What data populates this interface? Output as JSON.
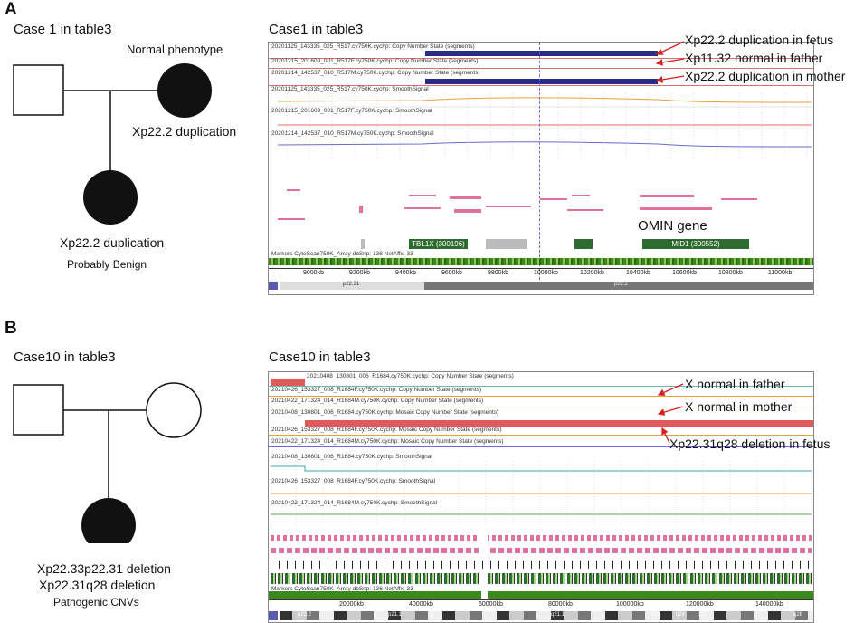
{
  "panel_a": {
    "letter": "A",
    "pedigree_title": "Case 1 in table3",
    "mother_phenotype": "Normal phenotype",
    "mother_label": "Xp22.2 duplication",
    "child_label": "Xp22.2 duplication",
    "child_note": "Probably Benign",
    "browser_title": "Case1 in table3",
    "tracks": [
      "20201125_143335_025_R517.cy750K.cychp: Copy Number State (segments)",
      "20201215_201609_001_R517F.cy750K.cychp: Copy Number State (segments)",
      "20201214_142537_010_R517M.cy750K.cychp: Copy Number State (segments)",
      "20201125_143335_025_R517.cy750K.cychp: SmoothSignal",
      "20201215_201609_001_R517F.cy750K.cychp: SmoothSignal",
      "20201214_142537_010_R517M.cy750K.cychp: SmoothSignal"
    ],
    "annotations": [
      "Xp22.2 duplication in fetus",
      "Xp11.32 normal in father",
      "Xp22.2 duplication in mother"
    ],
    "gene_label": "OMIN gene",
    "genes": [
      "TBL1X (300196)",
      "MID1 (300552)"
    ],
    "markers_label": "Markers CytoScan750K_Array dbSnp: 136 NetAffx: 33",
    "axis_ticks": [
      "9000kb",
      "9200kb",
      "9400kb",
      "9600kb",
      "9800kb",
      "10000kb",
      "10200kb",
      "10400kb",
      "10600kb",
      "10800kb",
      "11000kb"
    ],
    "bands": [
      "p22.31",
      "p22.2"
    ]
  },
  "panel_b": {
    "letter": "B",
    "pedigree_title": "Case10 in table3",
    "child_label_1": "Xp22.33p22.31 deletion",
    "child_label_2": "Xp22.31q28 deletion",
    "child_note": "Pathogenic CNVs",
    "browser_title": "Case10 in table3",
    "tracks": [
      "20210408_130801_006_R1684.cy750K.cychp: Copy Number State (segments)",
      "20210426_153327_008_R1684F.cy750K.cychp: Copy Number State (segments)",
      "20210422_171324_014_R1684M.cy750K.cychp: Copy Number State (segments)",
      "20210408_130801_006_R1684.cy750K.cychp: Mosaic Copy Number State (segments)",
      "20210426_153327_008_R1684F.cy750K.cychp: Mosaic Copy Number State (segments)",
      "20210422_171324_014_R1684M.cy750K.cychp: Mosaic Copy Number State (segments)",
      "20210408_130801_006_R1684.cy750K.cychp: SmoothSignal",
      "20210426_153327_008_R1684F.cy750K.cychp: SmoothSignal",
      "20210422_171324_014_R1684M.cy750K.cychp: SmoothSignal"
    ],
    "annotations": [
      "X normal in father",
      "X normal in mother",
      "Xp22.31q28 deletion in fetus"
    ],
    "markers_label": "Markers CytoScan750K_Array dbSnp: 136 NetAffx: 33",
    "axis_ticks": [
      "20000kb",
      "40000kb",
      "60000kb",
      "80000kb",
      "100000kb",
      "120000kb",
      "140000kb"
    ],
    "bands": [
      "p22.2",
      "p21.1",
      "q21.1",
      "q23",
      "q24",
      "q25",
      "q28"
    ]
  },
  "colors": {
    "dup_blue": "#2a2a8a",
    "del_red": "#e05a5a",
    "gene_green": "#2e6b2e",
    "marker_green": "#3c8a1e",
    "arrow_red": "#d62020",
    "signal_orange": "#e8a23a",
    "signal_blue": "#6a6ad0",
    "signal_teal": "#3aa8a8",
    "signal_green": "#5aa84a",
    "gene_pink": "#e070a0"
  }
}
